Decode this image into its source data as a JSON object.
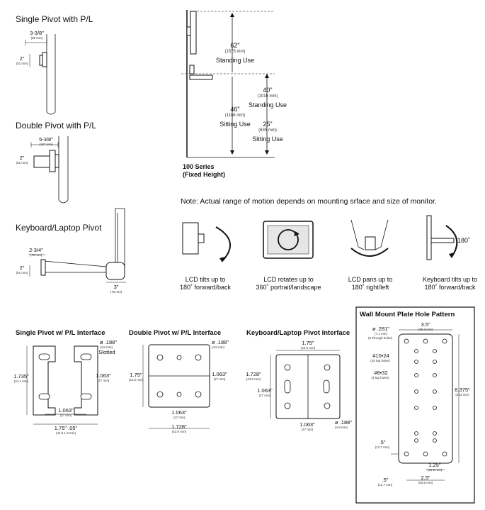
{
  "pivots": {
    "single": {
      "title": "Single Pivot with P/L",
      "width": "3-3/8\"",
      "width_mm": "(85 mm)",
      "height": "2\"",
      "height_mm": "(51 mm)"
    },
    "double": {
      "title": "Double Pivot with P/L",
      "width": "5-3/8\"",
      "width_mm": "(137 mm)",
      "height": "2\"",
      "height_mm": "(51 mm)"
    },
    "keyboard": {
      "title": "Keyboard/Laptop Pivot",
      "width": "2-3/4\"",
      "width_mm": "(70 mm)",
      "height": "2\"",
      "height_mm": "(51 mm)",
      "depth": "3\"",
      "depth_mm": "(76 mm)"
    }
  },
  "heights": {
    "standing_total": "62\"",
    "standing_total_mm": "(1575 mm)",
    "standing_label": "Standing Use",
    "sitting_total": "46\"",
    "sitting_total_mm": "(1168 mm)",
    "sitting_label": "Sitting Use",
    "standing_kb": "40\"",
    "standing_kb_mm": "(1016 mm)",
    "standing_kb_label": "Standing Use",
    "sitting_kb": "25\"",
    "sitting_kb_mm": "(635 mm)",
    "sitting_kb_label": "Sitting Use",
    "series_line1": "100 Series",
    "series_line2": "(Fixed Height)"
  },
  "note": "Note: Actual range of motion depends on mounting srface and size of monitor.",
  "motion": [
    {
      "line1": "LCD tilts up to",
      "line2": "180˚ forward/back"
    },
    {
      "line1": "LCD rotates up to",
      "line2": "360˚ portrait/landscape"
    },
    {
      "line1": "LCD pans up to",
      "line2": "180˚ right/left"
    },
    {
      "line1": "Keyboard tilts up to",
      "line2": "180˚ forward/back"
    }
  ],
  "motion_angle": "180˚",
  "interfaces": {
    "single": {
      "title": "Single Pivot w/ P/L Interface",
      "h": "1.735\"",
      "h_mm": "(44.1 mm)",
      "hole": "ø .188\"",
      "hole_mm": "(4.8 mm)",
      "hole_note": "Slotted",
      "inner_h": "1.063\"",
      "inner_h_mm": "(27 mm)",
      "inner_w": "1.063\"",
      "inner_w_mm": "(27 mm)",
      "w": "1.75\" .05\"",
      "w_mm": "(44.5 1.3 mm)"
    },
    "double": {
      "title": "Double Pivot w/ P/L Interface",
      "hole": "ø .188\"",
      "hole_mm": "(4.8 mm)",
      "h": "1.75\"",
      "h_mm": "(44.5 mm)",
      "inner_h": "1.063\"",
      "inner_h_mm": "(27 mm)",
      "inner_w": "1.063\"",
      "inner_w_mm": "(27 mm)",
      "w": "1.728\"",
      "w_mm": "(43.9 mm)"
    },
    "keyboard": {
      "title": "Keyboard/Laptop Pivot Interface",
      "w": "1.75\"",
      "w_mm": "(44.5 mm)",
      "h": "1.728\"",
      "h_mm": "(43.9 mm)",
      "inner_h": "1.063\"",
      "inner_h_mm": "(27 mm)",
      "inner_w": "1.063\"",
      "inner_w_mm": "(27 mm)",
      "hole": "ø .188\"",
      "hole_mm": "(4.8 mm)"
    }
  },
  "wall": {
    "title": "Wall Mount Plate Hole Pattern",
    "width": "3.5\"",
    "width_mm": "(88.9 mm)",
    "hole1": "ø .281\"",
    "hole1_mm": "(7.1 mm)",
    "hole1_note": "(6 through holes)",
    "hole2": "#10•24",
    "hole2_note": "(10 tap holes)",
    "hole3": "#8•32",
    "hole3_note": "(4 tap holes)",
    "height": "8.375\"",
    "height_mm": "(213 mm)",
    "left_off": ".5\"",
    "left_off_mm": "(12.7 mm)",
    "mid": "1.25\"",
    "mid_mm": "(31.8 mm)",
    "span": "2.5\"",
    "span_mm": "(63.5 mm)",
    "bottom_off": ".5\"",
    "bottom_off_mm": "(12.7 mm)"
  }
}
